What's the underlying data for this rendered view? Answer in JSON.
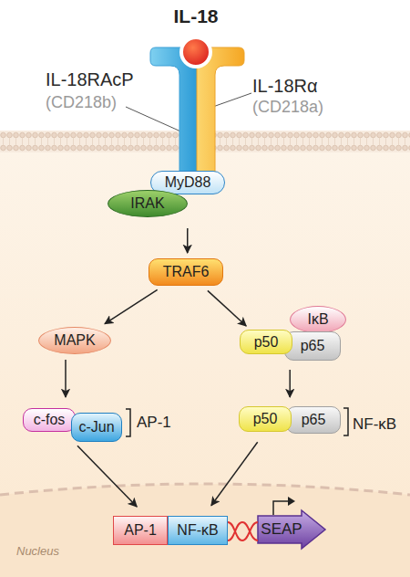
{
  "diagram": {
    "nodes": [
      {
        "text": [
          "IL-18"
        ]
      },
      {
        "text": [
          "IL-18RAcP",
          "(CD218b)"
        ]
      },
      {
        "text": [
          "IL-18Rα",
          "(CD218a)"
        ]
      },
      {
        "text": [
          "MyD88"
        ]
      },
      {
        "text": [
          "IRAK"
        ]
      },
      {
        "text": [
          "TRAF6"
        ]
      },
      {
        "text": [
          "MAPK"
        ]
      },
      {
        "text": [
          "IκB"
        ]
      },
      {
        "text": [
          "p50"
        ]
      },
      {
        "text": [
          "p65"
        ]
      },
      {
        "text": [
          "c-fos"
        ]
      },
      {
        "text": [
          "c-Jun"
        ]
      },
      {
        "text": [
          "p50"
        ]
      },
      {
        "text": [
          "p65"
        ]
      },
      {
        "text": [
          "Nucleus"
        ]
      },
      {
        "text": [
          "AP-1"
        ],
        "in": 14
      },
      {
        "text": [
          "NF-κB"
        ],
        "in": 14
      },
      {
        "text": [
          "SEAP"
        ],
        "in": 14
      }
    ],
    "edges": [
      {
        "from": 3,
        "to": 5,
        "arrow": "to"
      },
      {
        "from": 5,
        "to": 6,
        "arrow": "to"
      },
      {
        "from": 5,
        "to": 8,
        "arrow": "to"
      },
      {
        "from": 6,
        "to": 10,
        "arrow": "to"
      },
      {
        "from": 9,
        "to": 13,
        "arrow": "to"
      },
      {
        "from": 11,
        "to": 15,
        "arrow": "to"
      },
      {
        "from": 12,
        "to": 16,
        "arrow": "to"
      }
    ],
    "labels": [
      "AP-1",
      "NF-κB"
    ]
  }
}
